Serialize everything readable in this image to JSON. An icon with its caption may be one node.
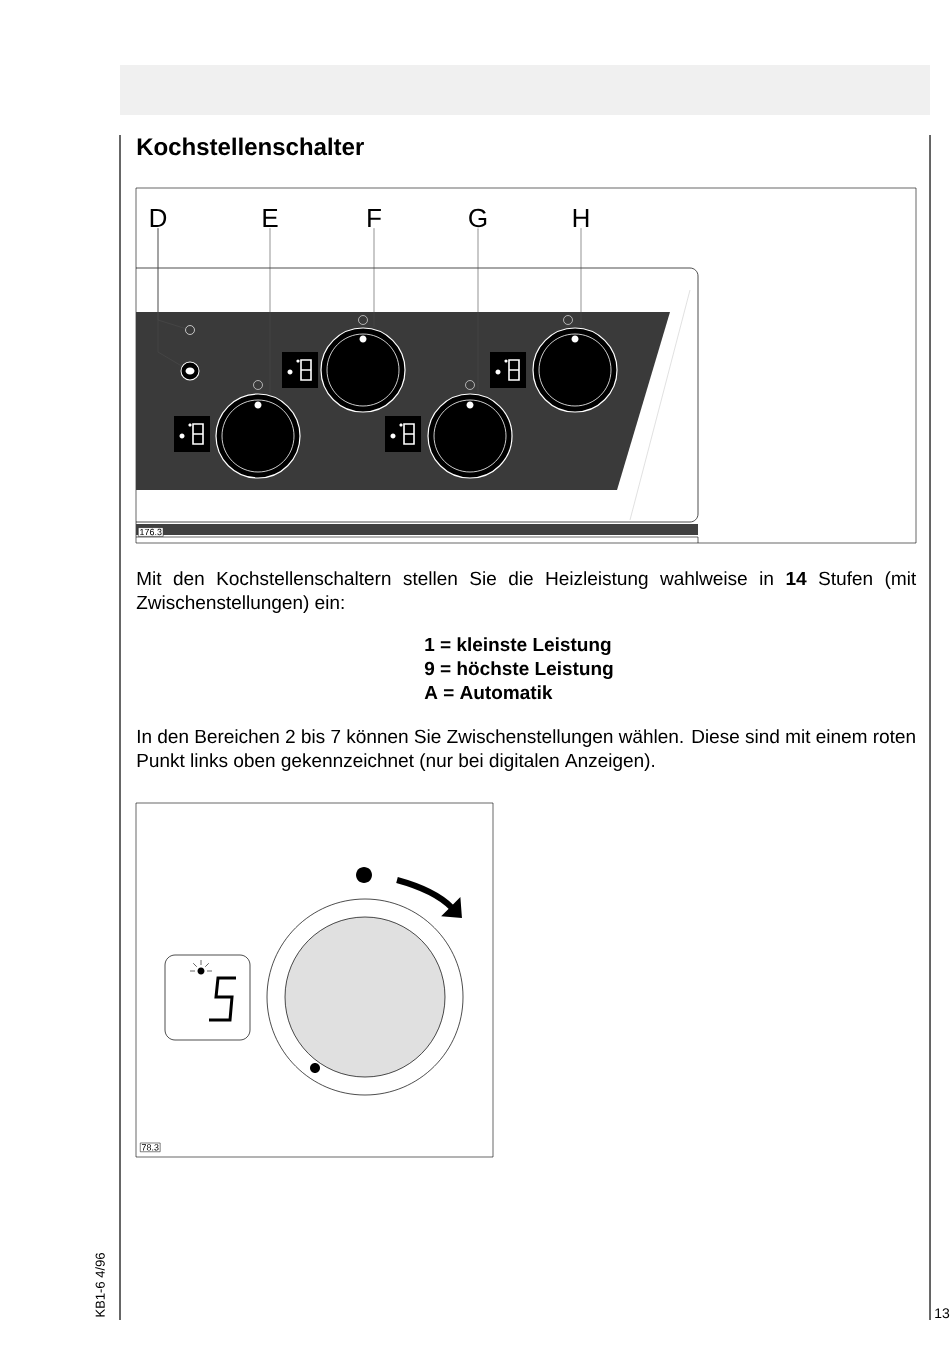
{
  "diagram": {
    "title": "Kochstellenschalter",
    "nodes": [
      {
        "text": [
          "D"
        ]
      },
      {
        "text": [
          "E"
        ]
      },
      {
        "text": [
          "F"
        ]
      },
      {
        "text": [
          "G"
        ]
      },
      {
        "text": [
          "H"
        ]
      },
      {
        "text": [],
        "shape": "circle"
      },
      {
        "text": [],
        "shape": "circle"
      },
      {
        "text": [],
        "shape": "circle"
      },
      {
        "text": [],
        "shape": "circle"
      },
      {
        "text": [],
        "shape": "circle"
      },
      {
        "text": [],
        "shape": "circle"
      }
    ],
    "edges": [
      {
        "from": 0,
        "to": 5,
        "arrow": "none"
      },
      {
        "from": 0,
        "to": 6,
        "arrow": "none"
      },
      {
        "from": 1,
        "to": 7,
        "arrow": "none"
      },
      {
        "from": 2,
        "to": 8,
        "arrow": "none"
      },
      {
        "from": 3,
        "to": 9,
        "arrow": "none"
      },
      {
        "from": 4,
        "to": 10,
        "arrow": "none"
      }
    ],
    "labels": [
      "176.3",
      "Mit den Kochstellenschaltern stellen Sie die Heizleistung wahlweise in **14** Stufen (mit Zwischenstellungen) ein:",
      "1 = kleinste Leistung",
      "9 = höchste Leistung",
      "A = Automatik",
      "In den Bereichen 2 bis 7 können Sie Zwischenstellungen wählen. Diese sind mit einem roten Punkt links oben gekennzeichnet (nur bei digitalen Anzeigen).",
      "78.3",
      "KB1-6 4/96",
      "13"
    ]
  }
}
